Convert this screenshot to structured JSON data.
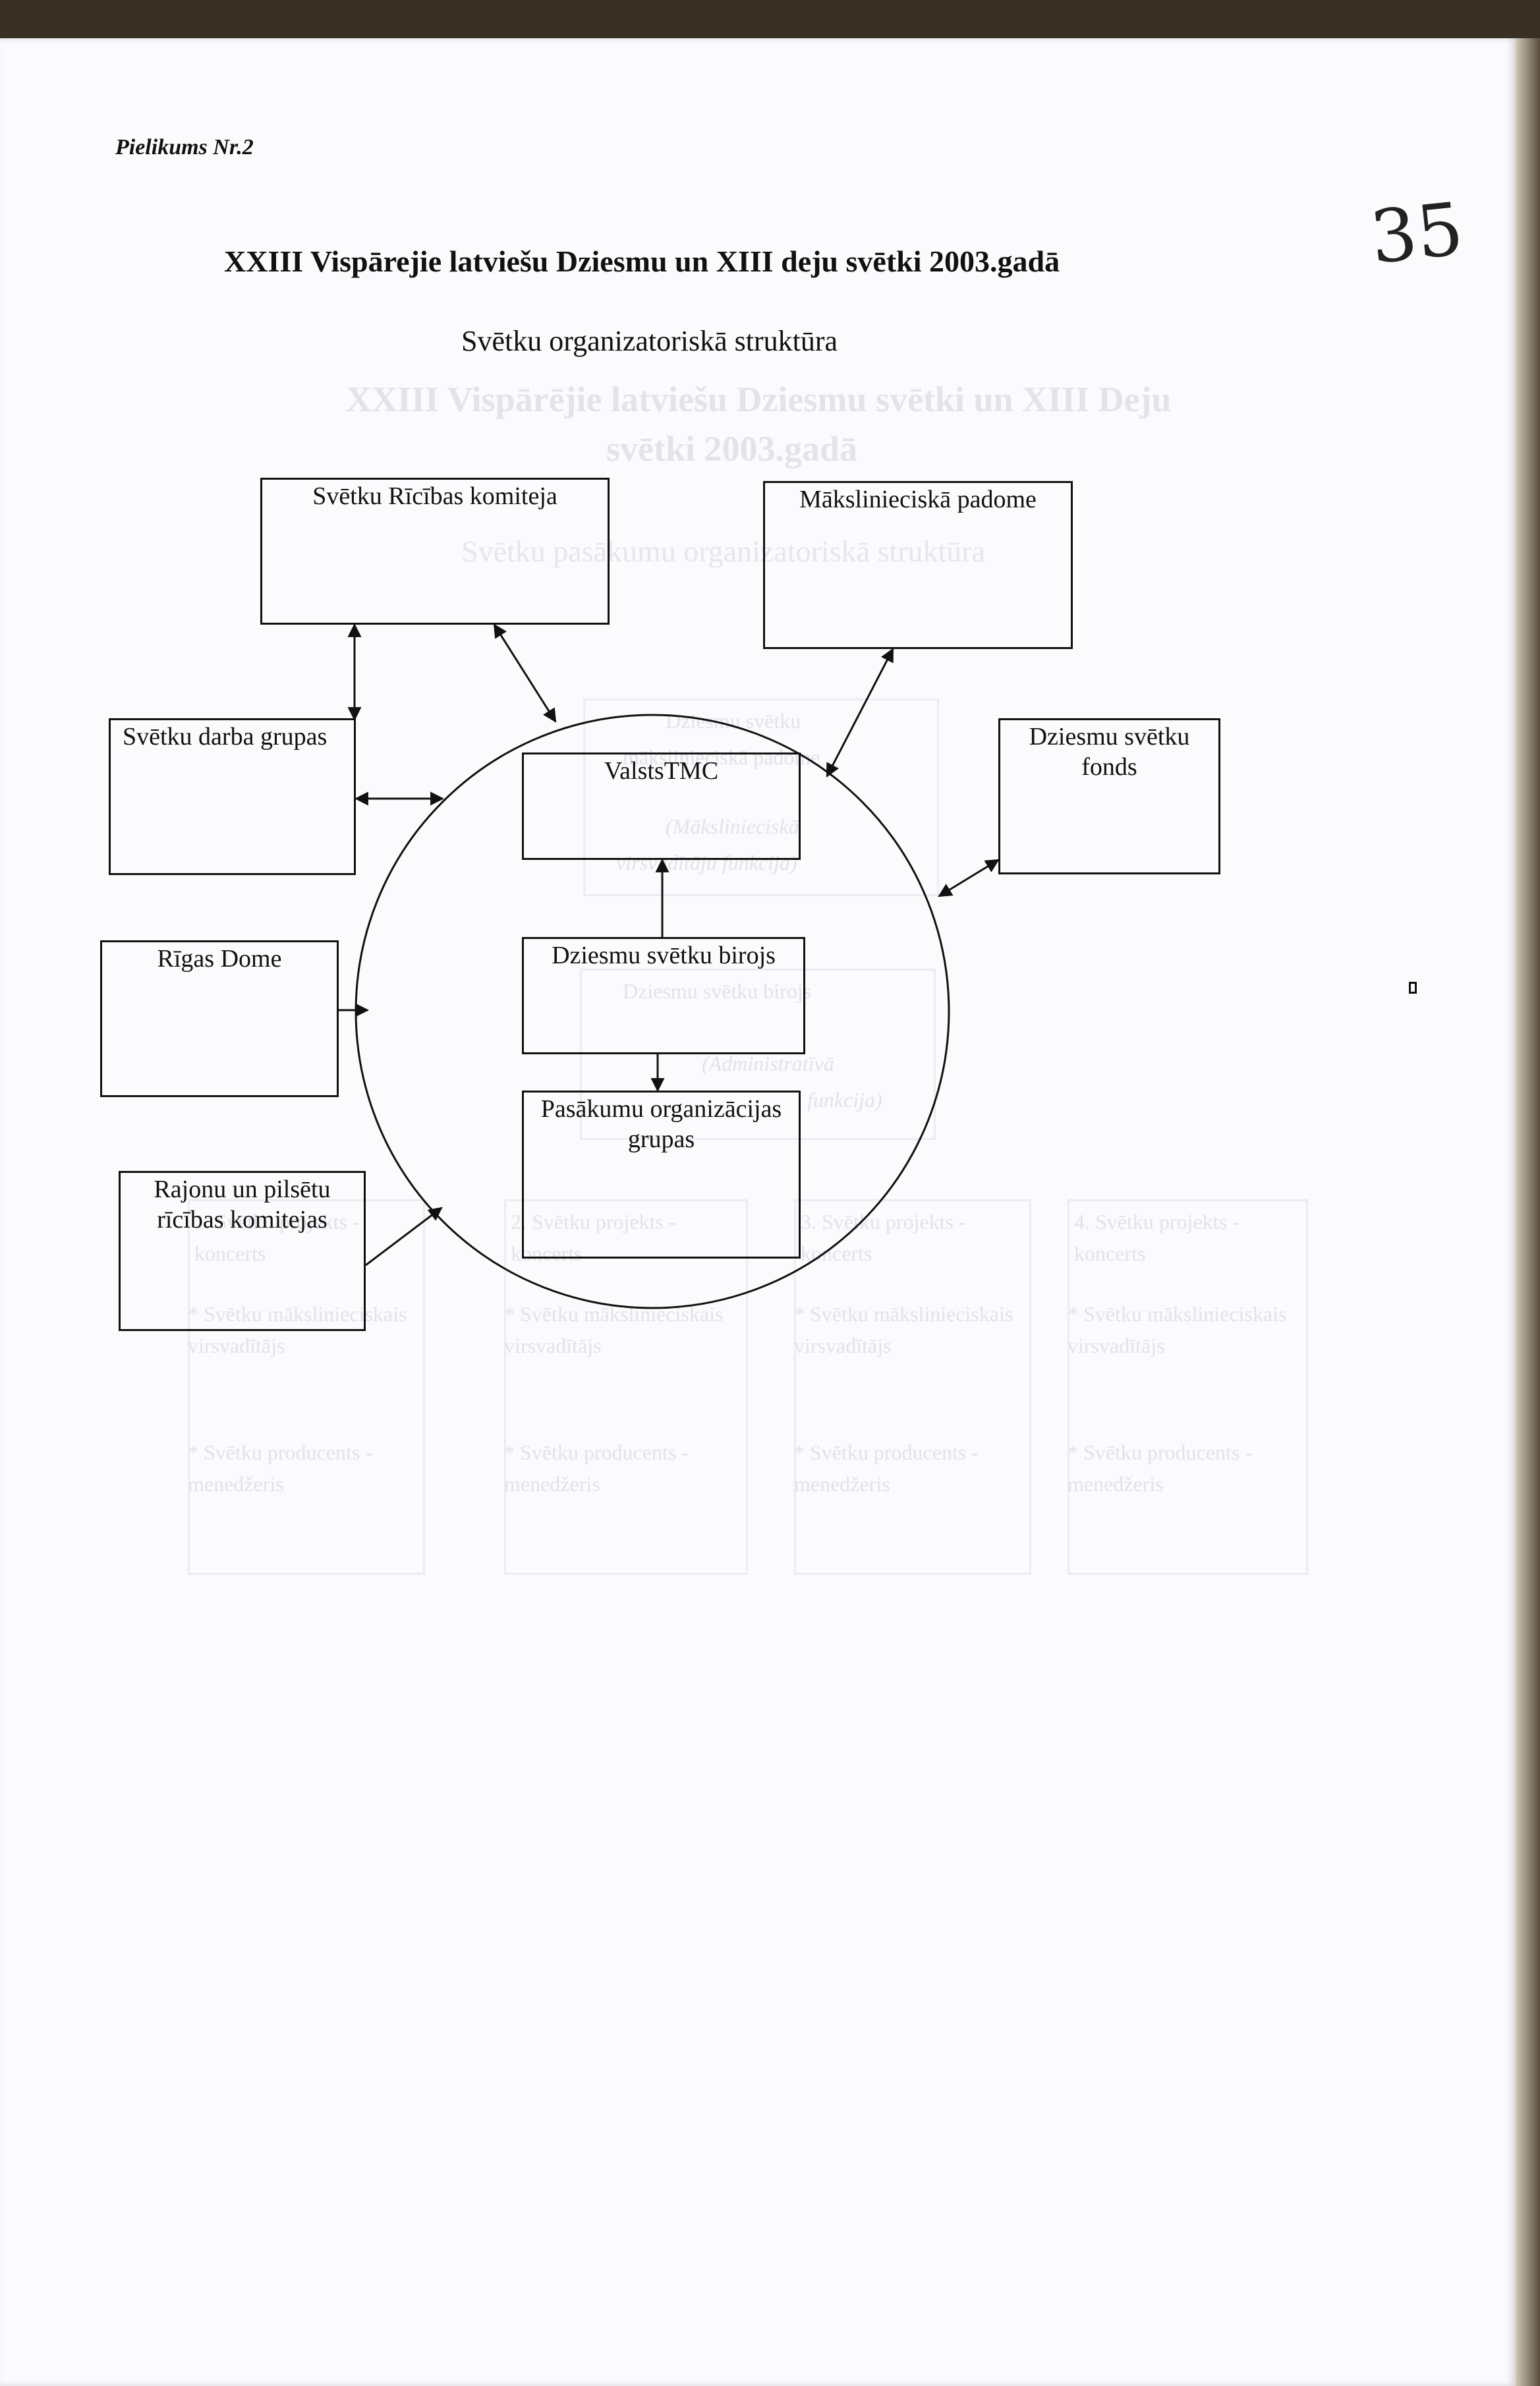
{
  "annex_label": "Pielikums Nr.2",
  "title": "XXIII Vispārejie latviešu Dziesmu un XIII deju svētki 2003.gadā",
  "subtitle": "Svētku organizatoriskā struktūra",
  "page_number": "35",
  "nodes": {
    "ricibas_komiteja": "Svētku Rīcības komiteja",
    "makslinieciska_padome": "Mākslinieciskā padome",
    "darba_grupas": "Svētku darba grupas",
    "valsts_tmc": "ValstsTMC",
    "dziesmu_svetku_fonds": "Dziesmu svētku fonds",
    "rigas_dome": "Rīgas Dome",
    "dziesmu_svetku_birojs": "Dziesmu svētku birojs",
    "pasakumu_grupas": "Pasākumu organizācijas grupas",
    "rajonu_komitejas": "Rajonu un pilsētu rīcības komitejas"
  },
  "bleed_through": {
    "title_line1": "XXIII Vispārējie latviešu Dziesmu svētki un XIII Deju",
    "title_line2": "svētki 2003.gadā",
    "subtitle": "Svētku pasākumu organizatoriskā struktūra",
    "box_top_1": "Dziesmu svētku",
    "box_top_2": "mākslinieciskā padome",
    "box_top_3": "(Mākslinieciskā",
    "box_top_4": "virsvadītāju funkcija)",
    "box_mid_1": "Dziesmu svētku birojs",
    "box_mid_2": "(Administratīvā",
    "box_mid_3": "funkcija)",
    "projects": [
      {
        "head": "1. Svētku projekts - koncerts",
        "items": [
          "* Svētku mākslinieciskais virsvadītājs",
          "* Svētku producents - menedžeris"
        ]
      },
      {
        "head": "2. Svētku projekts - koncerts",
        "items": [
          "* Svētku mākslinieciskais virsvadītājs",
          "* Svētku producents - menedžeris"
        ]
      },
      {
        "head": "3. Svētku projekts - koncerts",
        "items": [
          "* Svētku mākslinieciskais virsvadītājs",
          "* Svētku producents - menedžeris"
        ]
      },
      {
        "head": "4. Svētku projekts - koncerts",
        "items": [
          "* Svētku mākslinieciskais virsvadītājs",
          "* Svētku producents - menedžeris"
        ]
      }
    ]
  }
}
